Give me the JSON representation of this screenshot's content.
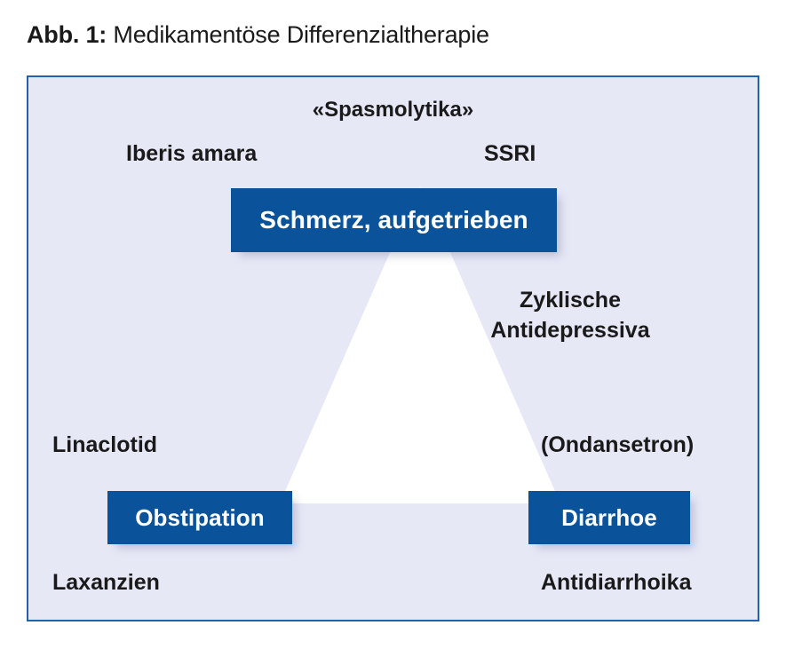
{
  "caption": {
    "label": "Abb. 1:",
    "text": " Medikamentöse Differenzialtherapie"
  },
  "colors": {
    "frame_border": "#1f63b0",
    "frame_background": "#e6e8f6",
    "node_blue": "#0a539b",
    "node_text": "#ffffff",
    "label_text": "#1a1a1a",
    "triangle": "#ffffff"
  },
  "diagram": {
    "type": "triangle-relationship-diagram",
    "nodes": [
      {
        "id": "pain",
        "label": "Schmerz, aufgetrieben",
        "position": "top"
      },
      {
        "id": "constipation",
        "label": "Obstipation",
        "position": "bottom-left"
      },
      {
        "id": "diarrhea",
        "label": "Diarrhoe",
        "position": "bottom-right"
      }
    ],
    "annotations": [
      {
        "id": "spasmolytika",
        "label": "«Spasmolytika»",
        "position": "top-center"
      },
      {
        "id": "iberis",
        "label": "Iberis amara",
        "position": "top-left"
      },
      {
        "id": "ssri",
        "label": "SSRI",
        "position": "top-right"
      },
      {
        "id": "zyklische-antidepressiva",
        "label": "Zyklische Antidepressiva",
        "position": "right"
      },
      {
        "id": "linaclotid",
        "label": "Linaclotid",
        "position": "mid-left"
      },
      {
        "id": "ondansetron",
        "label": "(Ondansetron)",
        "position": "mid-right"
      },
      {
        "id": "laxanzien",
        "label": "Laxanzien",
        "position": "bottom-left"
      },
      {
        "id": "antidiarrhoika",
        "label": "Antidiarrhoika",
        "position": "bottom-right"
      }
    ]
  }
}
